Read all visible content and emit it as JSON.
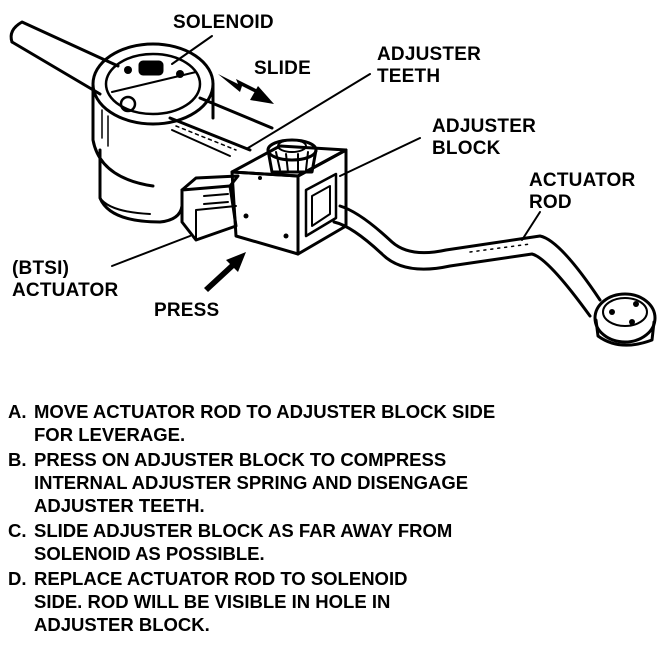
{
  "labels": {
    "solenoid": "SOLENOID",
    "slide": "SLIDE",
    "adjuster_teeth": [
      "ADJUSTER",
      "TEETH"
    ],
    "adjuster_block": [
      "ADJUSTER",
      "BLOCK"
    ],
    "actuator_rod": [
      "ACTUATOR",
      "ROD"
    ],
    "btsi_actuator": [
      "(BTSI)",
      "ACTUATOR"
    ],
    "press": "PRESS"
  },
  "steps": [
    {
      "letter": "A.",
      "lines": [
        "MOVE ACTUATOR ROD TO ADJUSTER BLOCK SIDE",
        "FOR LEVERAGE."
      ]
    },
    {
      "letter": "B.",
      "lines": [
        "PRESS ON ADJUSTER BLOCK TO COMPRESS",
        "INTERNAL ADJUSTER SPRING AND DISENGAGE",
        "ADJUSTER TEETH."
      ]
    },
    {
      "letter": "C.",
      "lines": [
        "SLIDE ADJUSTER BLOCK AS FAR AWAY FROM",
        "SOLENOID AS POSSIBLE."
      ]
    },
    {
      "letter": "D.",
      "lines": [
        "REPLACE ACTUATOR ROD TO SOLENOID",
        "SIDE.  ROD WILL BE VISIBLE IN HOLE IN",
        "ADJUSTER BLOCK."
      ]
    }
  ]
}
